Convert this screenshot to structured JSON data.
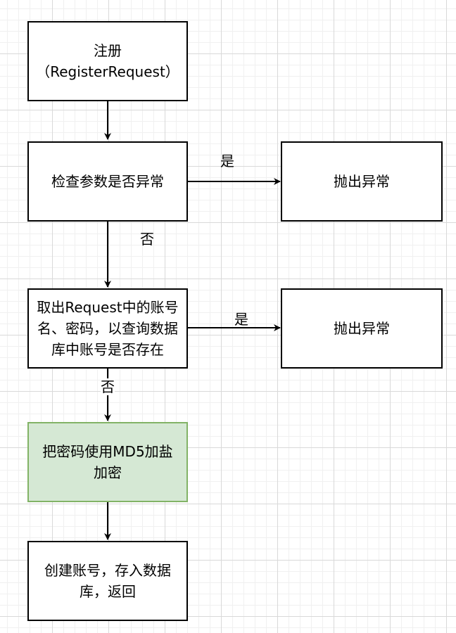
{
  "nodes": [
    {
      "id": "register",
      "text": "注册\n（RegisterRequest）"
    },
    {
      "id": "check-params",
      "text": "检查参数是否异常"
    },
    {
      "id": "throw-1",
      "text": "抛出异常"
    },
    {
      "id": "query-account",
      "text": "取出Request中的账号名、密码，以查询数据库中账号是否存在"
    },
    {
      "id": "throw-2",
      "text": "抛出异常"
    },
    {
      "id": "md5",
      "text": "把密码使用MD5加盐\n加密"
    },
    {
      "id": "create-account",
      "text": "创建账号，存入数据库，返回"
    }
  ],
  "edges": [
    {
      "from": "register",
      "to": "check-params",
      "label": ""
    },
    {
      "from": "check-params",
      "to": "throw-1",
      "label": "是"
    },
    {
      "from": "check-params",
      "to": "query-account",
      "label": "否"
    },
    {
      "from": "query-account",
      "to": "throw-2",
      "label": "是"
    },
    {
      "from": "query-account",
      "to": "md5",
      "label": "否"
    },
    {
      "from": "md5",
      "to": "create-account",
      "label": ""
    }
  ],
  "colors": {
    "line": "#000000",
    "node_fill": "#ffffff",
    "highlight_fill": "#d5e8d4",
    "highlight_stroke": "#82b366"
  }
}
